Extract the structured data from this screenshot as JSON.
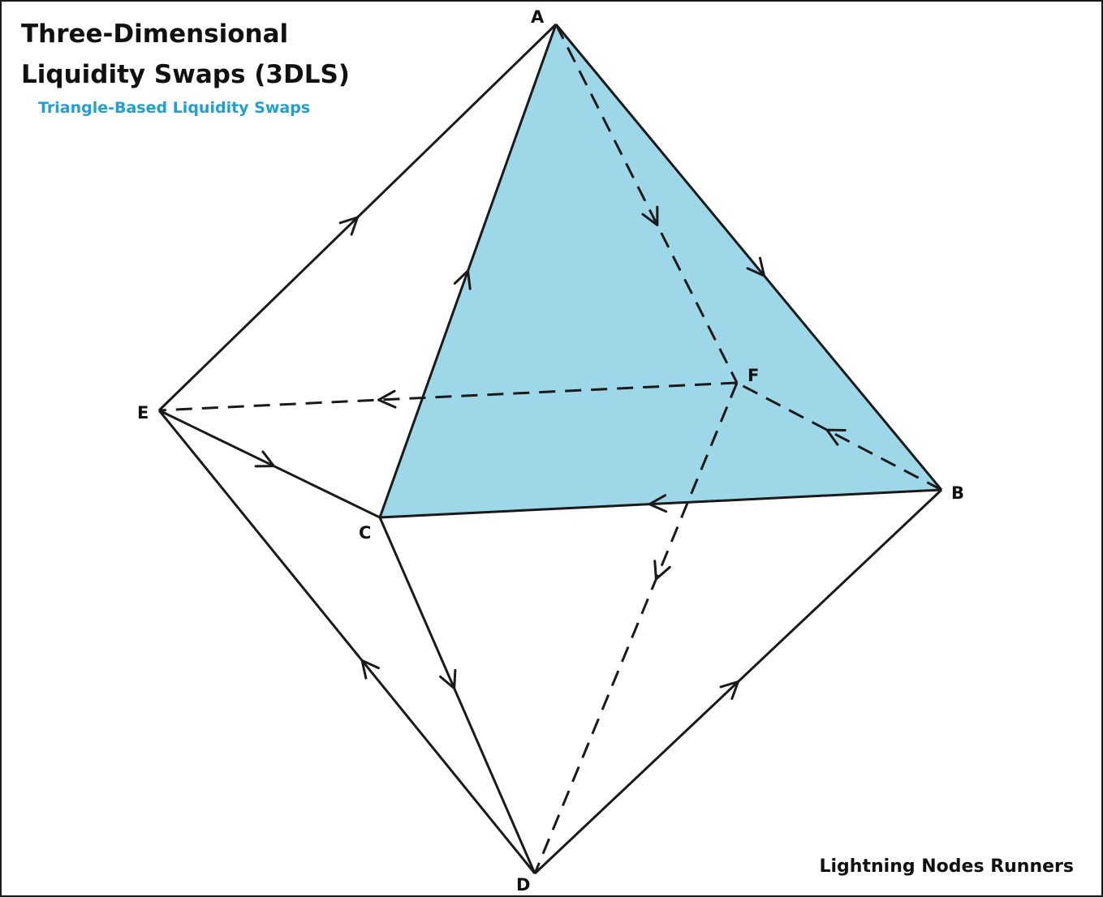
{
  "title": {
    "line1": "Three-Dimensional",
    "line2": "Liquidity Swaps (3DLS)"
  },
  "subtitle": "Triangle-Based Liquidity Swaps",
  "brand": "Lightning Nodes Runners",
  "colors": {
    "face_fill": "#9ed8e8",
    "accent": "#1e9fd6",
    "line": "#1a1a1a"
  },
  "vertices": [
    {
      "id": "A",
      "label": "A"
    },
    {
      "id": "B",
      "label": "B"
    },
    {
      "id": "C",
      "label": "C"
    },
    {
      "id": "D",
      "label": "D"
    },
    {
      "id": "E",
      "label": "E"
    },
    {
      "id": "F",
      "label": "F"
    }
  ],
  "edges": [
    {
      "from": "E",
      "to": "A",
      "style": "solid"
    },
    {
      "from": "A",
      "to": "B",
      "style": "solid"
    },
    {
      "from": "C",
      "to": "A",
      "style": "solid"
    },
    {
      "from": "B",
      "to": "C",
      "style": "solid"
    },
    {
      "from": "E",
      "to": "C",
      "style": "solid"
    },
    {
      "from": "C",
      "to": "D",
      "style": "solid"
    },
    {
      "from": "D",
      "to": "E",
      "style": "solid"
    },
    {
      "from": "D",
      "to": "B",
      "style": "solid"
    },
    {
      "from": "A",
      "to": "F",
      "style": "dashed"
    },
    {
      "from": "F",
      "to": "E",
      "style": "dashed"
    },
    {
      "from": "B",
      "to": "F",
      "style": "dashed"
    },
    {
      "from": "F",
      "to": "D",
      "style": "dashed"
    }
  ],
  "shaded_face": [
    "A",
    "B",
    "C"
  ]
}
